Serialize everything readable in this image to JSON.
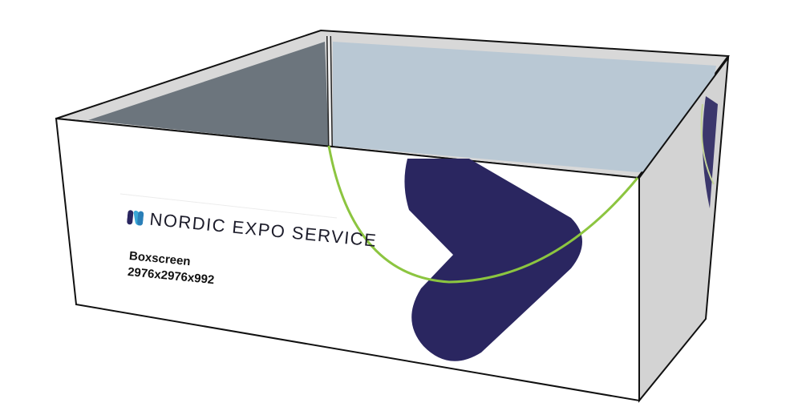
{
  "brand": {
    "name": "NORDIC EXPO SERVICE"
  },
  "product": {
    "name": "Boxscreen",
    "dimensions": "2976x2976x992"
  },
  "colors": {
    "navy": "#2a2660",
    "green": "#8cc540",
    "interior_left": "#6c757d",
    "interior_back": "#b9c8d4",
    "logo_dark": "#2a2660",
    "logo_light": "#3aa7d6"
  }
}
